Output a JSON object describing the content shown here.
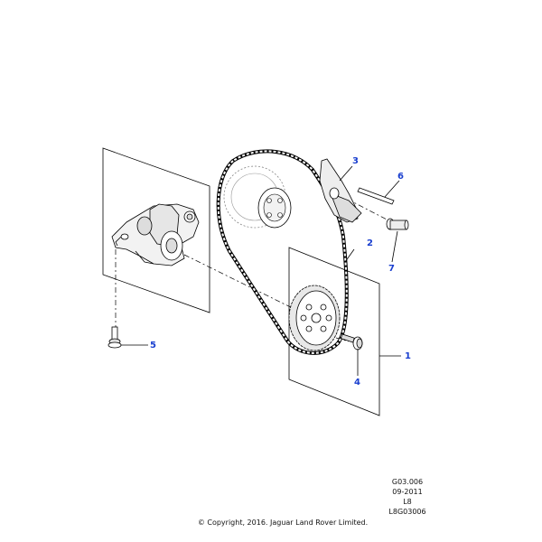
{
  "diagram": {
    "callouts": [
      {
        "id": "1",
        "label": "1"
      },
      {
        "id": "2",
        "label": "2"
      },
      {
        "id": "3",
        "label": "3"
      },
      {
        "id": "4",
        "label": "4"
      },
      {
        "id": "5",
        "label": "5"
      },
      {
        "id": "6",
        "label": "6"
      },
      {
        "id": "7",
        "label": "7"
      }
    ],
    "callout_color": "#1a3fcf",
    "line_color": "#000000"
  },
  "footer": {
    "ref_code": "G03.006",
    "date": "09-2011",
    "model": "L8",
    "image_code": "L8G03006",
    "copyright": "© Copyright, 2016. Jaguar Land Rover Limited."
  }
}
